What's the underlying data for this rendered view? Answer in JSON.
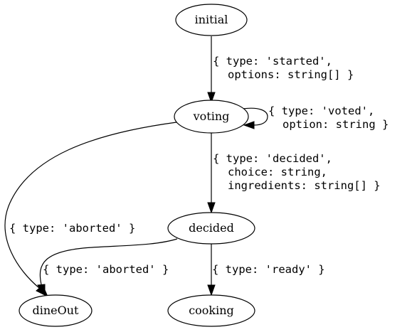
{
  "diagram": {
    "nodes": {
      "initial": "initial",
      "voting": "voting",
      "decided": "decided",
      "dineOut": "dineOut",
      "cooking": "cooking"
    },
    "edges": {
      "initial_to_voting": [
        "{ type: 'started',",
        "options: string[] }"
      ],
      "voting_self": [
        "{ type: 'voted',",
        "option: string }"
      ],
      "voting_to_decided": [
        "{ type: 'decided',",
        "choice: string,",
        "ingredients: string[] }"
      ],
      "voting_to_dineOut": [
        "{ type: 'aborted' }"
      ],
      "decided_to_dineOut": [
        "{ type: 'aborted' }"
      ],
      "decided_to_cooking": [
        "{ type: 'ready' }"
      ]
    }
  }
}
